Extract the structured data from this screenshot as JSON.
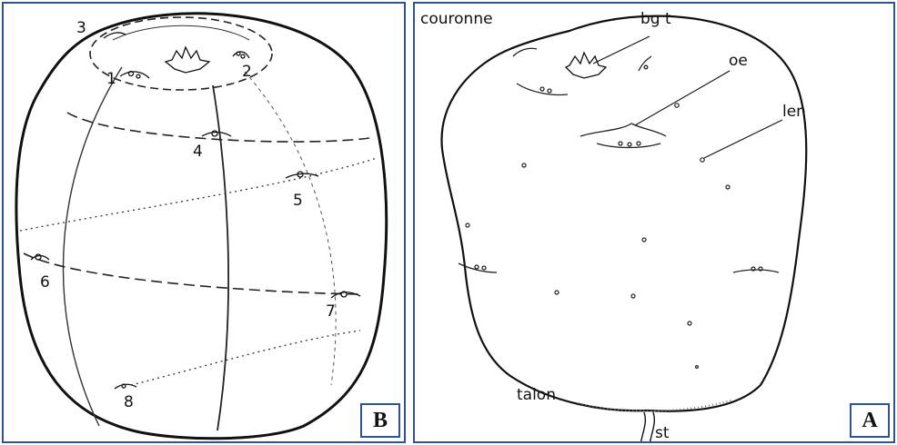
{
  "panel_b": {
    "badge": "B",
    "eye_numbers": [
      "1",
      "2",
      "3",
      "4",
      "5",
      "6",
      "7",
      "8"
    ]
  },
  "panel_a": {
    "badge": "A",
    "labels": {
      "crown": "couronne",
      "bud_tuft": "bg t",
      "eye": "oe",
      "lenticel": "len",
      "heel": "talon",
      "stolon": "st"
    }
  }
}
